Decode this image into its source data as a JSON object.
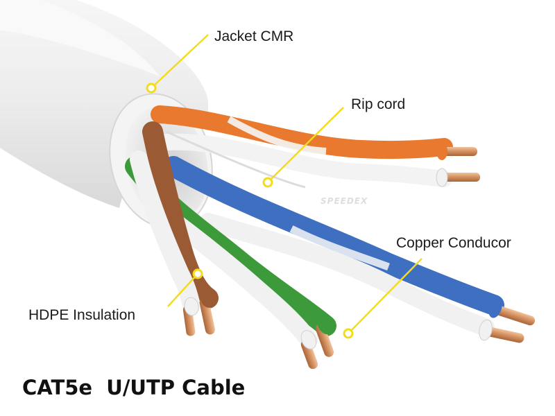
{
  "title": "CAT5e  U/UTP Cable",
  "watermark": "SPEEDEX",
  "callouts": {
    "jacket": "Jacket CMR",
    "rip_cord": "Rip cord",
    "copper": "Copper Conducor",
    "insulation": "HDPE Insulation"
  },
  "colors": {
    "jacket": "#ececec",
    "orange": "#e8792f",
    "blue": "#3f6fc0",
    "green": "#3d9a3a",
    "brown": "#9a5a34",
    "copper": "#d99a6a",
    "callout": "#f2dc1c"
  }
}
